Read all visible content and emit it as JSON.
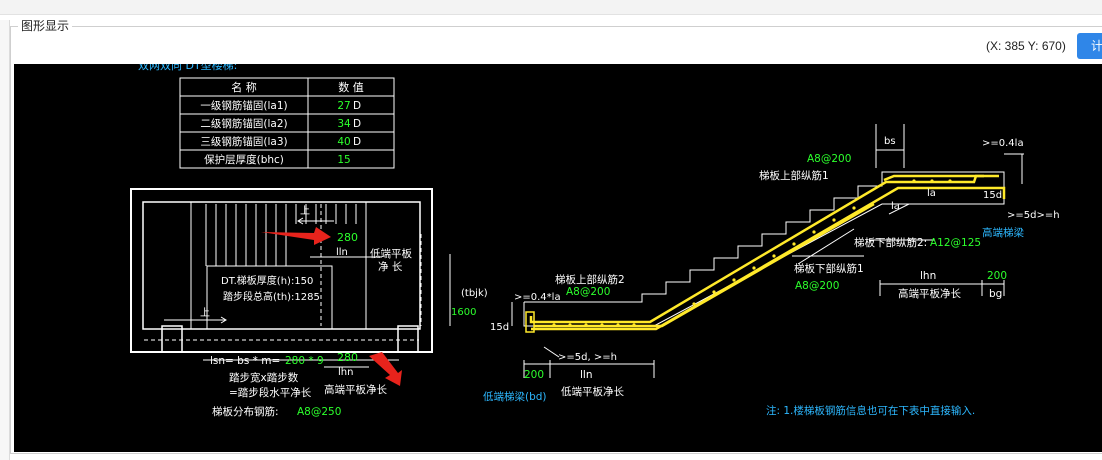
{
  "panel": {
    "title": "图形显示"
  },
  "status": {
    "coords": "(X: 385 Y: 670)"
  },
  "actions": {
    "primary_label": "计"
  },
  "drawing": {
    "header_text": "双网双向 DT型楼梯:",
    "table": {
      "headers": [
        "名  称",
        "数  值"
      ],
      "rows": [
        {
          "name": "一级钢筋锚固(la1)",
          "value": "27",
          "unit": "D"
        },
        {
          "name": "二级钢筋锚固(la2)",
          "value": "34",
          "unit": "D"
        },
        {
          "name": "三级钢筋锚固(la3)",
          "value": "40",
          "unit": "D"
        },
        {
          "name": "保护层厚度(bhc)",
          "value": "15",
          "unit": ""
        }
      ]
    },
    "plan": {
      "up_label": "上",
      "up_label2": "上",
      "top_dim": "280",
      "top_dim_label": "lln",
      "low_plate_l1": "低端平板",
      "low_plate_l2": "净  长",
      "thickness": "DT.梯板厚度(h):150",
      "total_height": "踏步段总高(th):1285",
      "lsn_formula_a": "lsn= bs * m=",
      "lsn_value": "280 * 9",
      "bottom_dim": "280",
      "bottom_dim_label": "lhn",
      "high_plate": "高端平板净长",
      "tread_line1": "踏步宽x踏步数",
      "tread_line2": "=踏步段水平净长",
      "distribution_label": "梯板分布钢筋:",
      "distribution_value": "A8@250"
    },
    "section": {
      "tbjk": "(tbjk)",
      "height_1600": "1600",
      "d15_left": "15d",
      "left_anchor": ">=0.4*la",
      "upper2": "梯板上部纵筋2",
      "upper2_value": "A8@200",
      "lower_hook": ">=5d, >=h",
      "dim_200_left": "200",
      "dim_lln": "lln",
      "low_beam": "低端梯梁(bd)",
      "low_plate": "低端平板净长",
      "upper1_value": "A8@200",
      "upper1": "梯板上部纵筋1",
      "bs": "bs",
      "right_anchor": ">=0.4la",
      "la1": "la",
      "la2": "la",
      "d15_right": "15d",
      "right_hook": ">=5d>=h",
      "high_beam": "高端梯梁",
      "lower2": "梯板下部纵筋2:",
      "lower2_value": "A12@125",
      "lower1": "梯板下部纵筋1",
      "lower1_value": "A8@200",
      "lhn": "lhn",
      "dim_200_right": "200",
      "high_plate": "高端平板净长",
      "bg": "bg"
    },
    "note": "注: 1.楼梯板钢筋信息也可在下表中直接输入."
  }
}
